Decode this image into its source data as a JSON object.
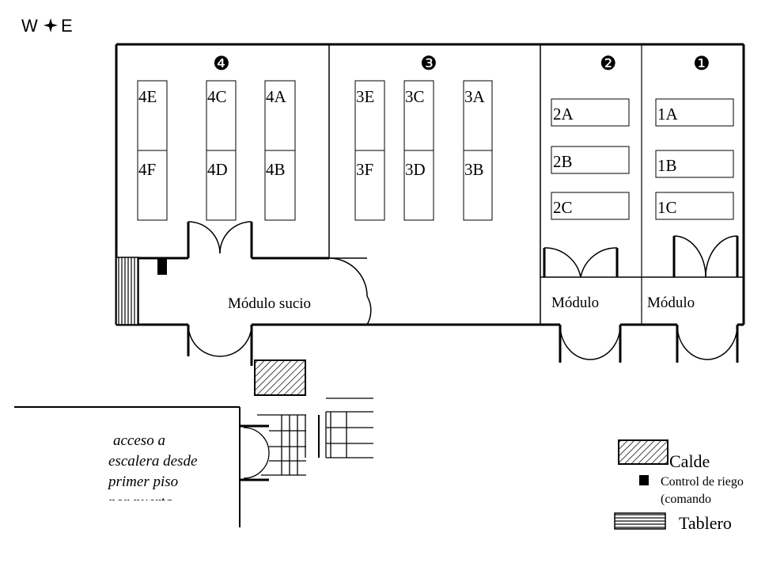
{
  "compass": {
    "west": "W",
    "east": "E",
    "icon": "compass-rose-icon"
  },
  "sections": [
    {
      "id": "4",
      "number": "❹"
    },
    {
      "id": "3",
      "number": "❸"
    },
    {
      "id": "2",
      "number": "❷"
    },
    {
      "id": "1",
      "number": "❶"
    }
  ],
  "beds": {
    "s4": [
      "4E",
      "4F",
      "4C",
      "4D",
      "4A",
      "4B"
    ],
    "s3": [
      "3E",
      "3F",
      "3C",
      "3D",
      "3A",
      "3B"
    ],
    "s2": [
      "2A",
      "2B",
      "2C"
    ],
    "s1": [
      "1A",
      "1B",
      "1C"
    ]
  },
  "modules": {
    "dirty": "Módulo sucio",
    "m2": "Módulo",
    "m1": "Módulo"
  },
  "access_text": [
    "acceso a",
    "escalera desde",
    "primer piso",
    "por puerta"
  ],
  "legend": {
    "boiler": "Calde",
    "irrigation_line1": "Control de riego",
    "irrigation_line2": "(comando",
    "panel": "Tablero"
  },
  "colors": {
    "line": "#000000",
    "background": "#ffffff"
  }
}
